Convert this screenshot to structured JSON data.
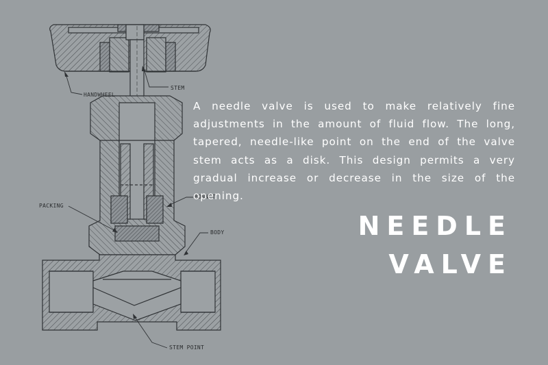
{
  "diagram": {
    "callouts": {
      "handwheel": "HANDWHEEL",
      "stem": "STEM",
      "packing": "PACKING",
      "bonnet": "BONNET",
      "body": "BODY",
      "stem_point": "STEM POINT"
    },
    "colors": {
      "background": "#999ea1",
      "line": "#2f3235",
      "hatch": "#4a4e52",
      "text": "#ffffff"
    }
  },
  "description": "A needle valve is used to make relatively fine adjustments in the amount of fluid flow. The long, tapered, needle-like point on the end of the valve stem acts as a disk. This design permits a very gradual increase or decrease in the size of the opening.",
  "title": {
    "line1": "NEEDLE",
    "line2": "VALVE"
  }
}
